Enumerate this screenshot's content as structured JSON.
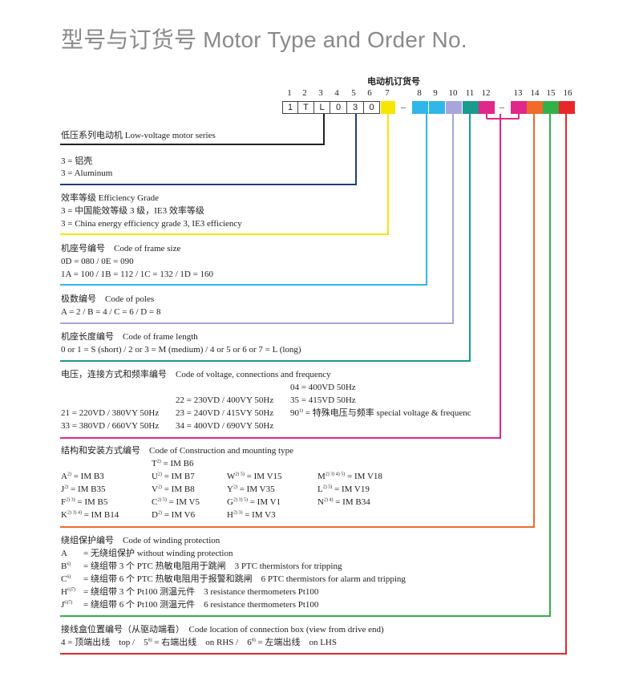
{
  "title": "型号与订货号 Motor Type and Order No.",
  "order_header": "电动机订货号",
  "positions": [
    "1",
    "2",
    "3",
    "4",
    "5",
    "6",
    "7",
    "8",
    "9",
    "10",
    "11",
    "12",
    "13",
    "14",
    "15",
    "16"
  ],
  "order_values": [
    "1",
    "T",
    "L",
    "0",
    "3",
    "0"
  ],
  "dash": "–",
  "colors": {
    "black": "#222222",
    "navy": "#1f3f73",
    "yellow": "#f7e600",
    "cyan": "#2fb7e8",
    "lavender": "#a6a6dc",
    "teal": "#1a9b8e",
    "magenta": "#e0288a",
    "orange": "#f06a2a",
    "green": "#33b04a",
    "red": "#e82828"
  },
  "sections": {
    "series": {
      "line1": "低压系列电动机 Low-voltage motor series"
    },
    "material": {
      "line1": "3 = 铝壳",
      "line2": "3 = Aluminum"
    },
    "efficiency": {
      "line1": "效率等级 Efficiency Grade",
      "line2": "3 = 中国能效等级 3 级，IE3 效率等级",
      "line3": "3 = China energy efficiency grade 3, IE3 efficiency"
    },
    "frame_size": {
      "line1": "机座号编号　Code of frame size",
      "line2": "0D = 080 / 0E = 090",
      "line3": "1A = 100 / 1B = 112 / 1C = 132 / 1D = 160"
    },
    "poles": {
      "line1": "极数编号　Code of poles",
      "line2": "A = 2 / B = 4 / C = 6 / D = 8"
    },
    "frame_length": {
      "line1": "机座长度编号　Code of frame length",
      "line2": "0 or 1 = S (short) / 2 or 3 = M (medium) / 4 or 5 or 6 or 7 = L (long)"
    },
    "voltage": {
      "line1": "电压，连接方式和频率编号　Code of voltage, connections and frequency",
      "c04": "04 = 400VD 50Hz",
      "c22": "22 = 230VD / 400VY 50Hz",
      "c35": "35 = 415VD 50Hz",
      "c21": "21 = 220VD / 380VY 50Hz",
      "c23": "23 = 240VD / 415VY 50Hz",
      "c90_pre": "90",
      "c90_sup": "1)",
      "c90_post": " = 特殊电压与频率 special voltage & frequenc",
      "c33": "33 = 380VD / 660VY 50Hz",
      "c34": "34 = 400VD / 690VY 50Hz"
    },
    "mounting": {
      "line1": "结构和安装方式编号　Code of Construction and mounting type",
      "items": [
        {
          "code": "T",
          "sup": "2)",
          "val": " = IM B6"
        },
        {
          "code": "A",
          "sup": "2)",
          "val": " = IM B3"
        },
        {
          "code": "U",
          "sup": "2)",
          "val": " = IM B7"
        },
        {
          "code": "W",
          "sup": "2) 5)",
          "val": " = IM V15"
        },
        {
          "code": "M",
          "sup": "2) 3) 4) 5)",
          "val": " = IM V18"
        },
        {
          "code": "J",
          "sup": "2)",
          "val": " = IM B35"
        },
        {
          "code": "V",
          "sup": "2)",
          "val": " = IM B8"
        },
        {
          "code": "Y",
          "sup": "2)",
          "val": " = IM V35"
        },
        {
          "code": "L",
          "sup": "2) 5)",
          "val": " = IM V19"
        },
        {
          "code": "F",
          "sup": "2) 3)",
          "val": " = IM B5"
        },
        {
          "code": "C",
          "sup": "2) 5)",
          "val": " = IM V5"
        },
        {
          "code": "G",
          "sup": "2) 3) 5)",
          "val": " = IM V1"
        },
        {
          "code": "N",
          "sup": "2) 4)",
          "val": " = IM B34"
        },
        {
          "code": "K",
          "sup": "2) 3) 4)",
          "val": " = IM B14"
        },
        {
          "code": "D",
          "sup": "2)",
          "val": " = IM V6"
        },
        {
          "code": "H",
          "sup": "2) 3)",
          "val": " = IM V3"
        }
      ]
    },
    "winding": {
      "line1": "绕组保护编号　Code of winding protection",
      "rows": [
        {
          "code": "A",
          "sup": "",
          "val": "= 无绕组保护 without winding protection"
        },
        {
          "code": "B",
          "sup": "6)",
          "val": "= 绕组带 3 个 PTC 热敏电阻用于跳闸　3 PTC thermistors for tripping"
        },
        {
          "code": "C",
          "sup": "6)",
          "val": "= 绕组带 6 个 PTC 热敏电阻用于报警和跳闸　6 PTC thermistors for alarm and tripping"
        },
        {
          "code": "H",
          "sup": "6)7)",
          "val": "= 绕组带 3 个 Pt100 测温元件　3 resistance thermometers Pt100"
        },
        {
          "code": "J",
          "sup": "6)7)",
          "val": "= 绕组带 6 个 Pt100 测温元件　6 resistance thermometers Pt100"
        }
      ]
    },
    "terminal": {
      "line1": "接线盒位置编号（从驱动端看）　Code location of connection box (view from drive end)",
      "p1": "4 = 顶端出线　top /　5",
      "s1": "8)",
      "p2": " = 右端出线　on RHS /　6",
      "s2": "8)",
      "p3": " = 左端出线　on LHS"
    }
  }
}
